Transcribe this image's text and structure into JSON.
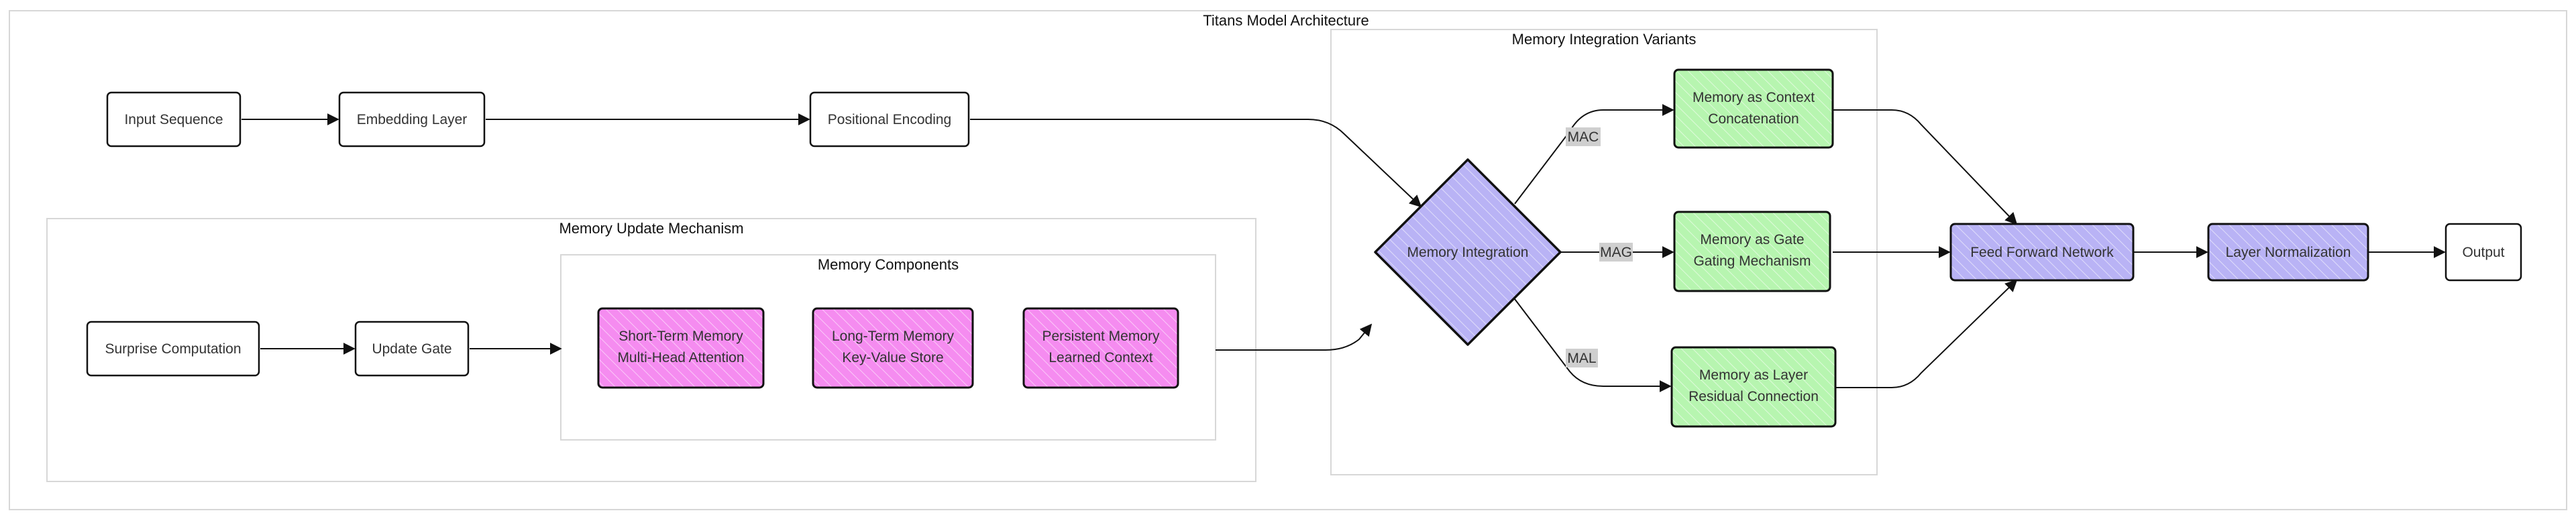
{
  "title": "Titans Model Architecture",
  "colors": {
    "white": "#ffffff",
    "pink": "#f58cf0",
    "green": "#b7f5b0",
    "purple": "#b9b3f5",
    "edge_label_bg": "#cfcfcf",
    "stroke": "#111111",
    "group_border": "#d7d7d7"
  },
  "groups": {
    "memory_update": "Memory Update Mechanism",
    "memory_components": "Memory Components",
    "memory_variants": "Memory Integration Variants"
  },
  "nodes": {
    "input_sequence": "Input Sequence",
    "embedding_layer": "Embedding Layer",
    "positional_encoding": "Positional Encoding",
    "surprise_computation": "Surprise Computation",
    "update_gate": "Update Gate",
    "short_term_memory": [
      "Short-Term Memory",
      "Multi-Head Attention"
    ],
    "long_term_memory": [
      "Long-Term Memory",
      "Key-Value Store"
    ],
    "persistent_memory": [
      "Persistent Memory",
      "Learned Context"
    ],
    "memory_integration": "Memory Integration",
    "mac_variant": [
      "Memory as Context",
      "Concatenation"
    ],
    "mag_variant": [
      "Memory as Gate",
      "Gating Mechanism"
    ],
    "mal_variant": [
      "Memory as Layer",
      "Residual Connection"
    ],
    "feed_forward": "Feed Forward Network",
    "layer_norm": "Layer Normalization",
    "output": "Output"
  },
  "edge_labels": {
    "mac": "MAC",
    "mag": "MAG",
    "mal": "MAL"
  }
}
